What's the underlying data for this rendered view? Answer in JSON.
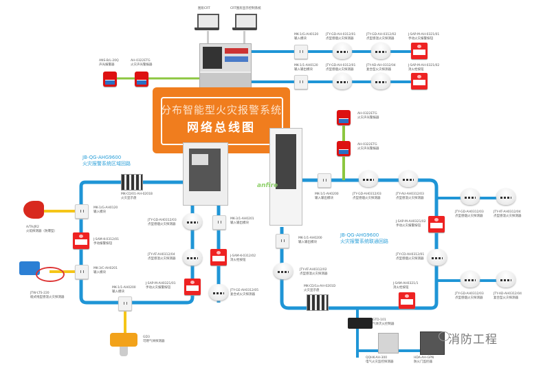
{
  "title": {
    "line1": "分布智能型火灾报警系统",
    "line2": "网络总线图"
  },
  "colors": {
    "loop_bus": "#1f95d6",
    "sounder_bus": "#8cc63f",
    "title_bg": "#f07d1e",
    "field_bus": "#f5c518",
    "loop_label": "#2a9fd8"
  },
  "workstations": [
    {
      "label": "图形CRT"
    },
    {
      "label": "CRT图形显示控制系统"
    }
  ],
  "loops": [
    {
      "name": "JB-QG-AHG9600",
      "desc": "火灾报警系统区域回路"
    },
    {
      "name": "JB-QG-AHG9600",
      "desc": "火灾报警系统联通回路"
    }
  ],
  "top_left_sounders": [
    {
      "model": "ANS-B/L-20Q",
      "desc": "声光报警器"
    },
    {
      "model": "AH-0322ETG",
      "desc": "火灾声光警报器"
    }
  ],
  "top_rows": [
    [
      {
        "type": "module",
        "model": "MK-1/G-AH0120",
        "desc": "输入模块"
      },
      {
        "type": "detector",
        "model": "JTY-GD-AH-0312/01",
        "desc": "点型感烟火灾探测器"
      },
      {
        "type": "detector",
        "model": "JTY-GD-AH-0312/02",
        "desc": "点型感温火灾探测器"
      },
      {
        "type": "mcp",
        "model": "J-SAP-M-AH-0321/01",
        "desc": "手动火灾报警按钮"
      }
    ],
    [
      {
        "type": "module",
        "model": "MK-1/1-AH0120",
        "desc": "输入输出模块"
      },
      {
        "type": "detector",
        "model": "JTY-GD-AH-0312/01",
        "desc": "点型感烟火灾探测器"
      },
      {
        "type": "detector",
        "model": "JTY-AD-AH-0312/04",
        "desc": "复合型火灾探测器"
      },
      {
        "type": "mcp",
        "model": "J-SAP-M-AH-0321/02",
        "desc": "消火栓按钮"
      }
    ]
  ],
  "left_loop": [
    {
      "type": "display",
      "model": "MK-CD/01-AH-0201B",
      "desc": "火灾显示盘"
    },
    {
      "type": "module",
      "model": "MK-1/G-AH0120",
      "desc": "输入模块"
    },
    {
      "type": "mcp",
      "model": "J-SAM-K-0312/01",
      "desc": "手动报警按钮"
    },
    {
      "type": "module",
      "model": "MK-3/C-AH0201",
      "desc": "输入模块"
    },
    {
      "type": "module",
      "model": "MK-1/1-AH0200",
      "desc": "输入模块"
    },
    {
      "type": "detector",
      "model": "JTY-GD-AH0312/03",
      "desc": "点型感烟火灾探测器"
    },
    {
      "type": "detector",
      "model": "JTY-AT-AH0312/04",
      "desc": "点型感温火灾探测器"
    },
    {
      "type": "mcp",
      "model": "J-SAP-M-AH0321/01",
      "desc": "手动火灾报警按钮"
    },
    {
      "type": "module",
      "model": "MK-3/1-AH0201",
      "desc": "输入输出模块"
    },
    {
      "type": "mcp",
      "model": "J-SAM-K-0312/02",
      "desc": "消火栓按钮"
    },
    {
      "type": "detector",
      "model": "JTY-GE-AH0312/05",
      "desc": "复合式火灾探测器"
    }
  ],
  "field_devices": [
    {
      "model": "A/TA/JR2",
      "desc": "火焰探测器（防爆型）"
    },
    {
      "model": "JTW-LTS-220",
      "desc": "缆式线型感温火灾探测器"
    },
    {
      "model": "GD3",
      "desc": "可燃气体探测器"
    }
  ],
  "right_sounders": [
    {
      "model": "AH-0322ETG",
      "desc": "火灾声光警报器"
    },
    {
      "model": "AH-0322ETG",
      "desc": "火灾声光警报器"
    }
  ],
  "right_loop": [
    {
      "type": "module",
      "model": "MK-1/1-AH0200",
      "desc": "输入输出模块"
    },
    {
      "type": "detector",
      "model": "JTY-GD-AH0312/03",
      "desc": "点型感烟火灾探测器"
    },
    {
      "type": "detector",
      "model": "JTY-AU-AH0312/03",
      "desc": "点型感温火灾探测器"
    },
    {
      "type": "detector",
      "model": "JTY-GD-AH0312/03",
      "desc": "点型感烟火灾探测器"
    },
    {
      "type": "detector",
      "model": "JTY-AT-AH0312/04",
      "desc": "点型感温火灾探测器"
    },
    {
      "type": "mcp",
      "model": "J-SAP-M-AH0321/02",
      "desc": "手动火灾报警按钮"
    },
    {
      "type": "detector",
      "model": "JTY-CD-AH0312/01",
      "desc": "点型感烟火灾探测器"
    },
    {
      "type": "detector",
      "model": "JTY-GD-AH0312/03",
      "desc": "点型感烟火灾探测器"
    },
    {
      "type": "detector",
      "model": "JTY-AD-AH0312/04",
      "desc": "复合型火灾探测器"
    },
    {
      "type": "mcp",
      "model": "J-SAM-AH0321/1",
      "desc": "消火栓按钮"
    },
    {
      "type": "module",
      "model": "MK-1/1-AH0200",
      "desc": "输入输出模块"
    },
    {
      "type": "detector",
      "model": "JTY-AT-AH0312/02",
      "desc": "点型感温火灾探测器"
    },
    {
      "type": "display",
      "model": "MK-CD/1a-AH-0201D",
      "desc": "火灾显示盘"
    },
    {
      "type": "controller",
      "model": "GTD-101",
      "desc": "气体灭火控制器"
    },
    {
      "type": "panel",
      "model": "QQHK-AH-300",
      "desc": "电气火灾监控探测器"
    },
    {
      "type": "panel",
      "model": "HDA-AH-GPN",
      "desc": "防火门监控器"
    }
  ],
  "watermark": {
    "text": "消防工程",
    "brand": "anfire"
  }
}
